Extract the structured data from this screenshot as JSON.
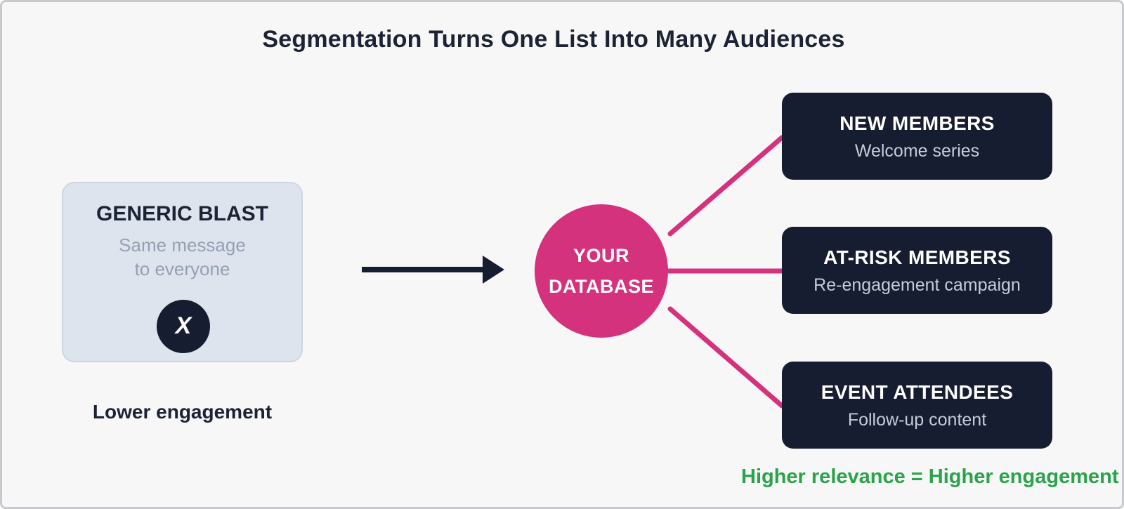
{
  "canvas": {
    "background": "#f7f7f8",
    "frame_border_color": "#c9cace"
  },
  "title": {
    "text": "Segmentation Turns One List Into Many Audiences",
    "color": "#1b2335"
  },
  "colors": {
    "dark_navy": "#161d30",
    "pink": "#d5327e",
    "green": "#2aa34a",
    "generic_box_bg": "#dee4ee",
    "generic_box_border": "#ccd6e3",
    "muted_text": "#95a1b3",
    "segment_subtitle_text": "#c6ccd7",
    "white": "#ffffff"
  },
  "generic_blast": {
    "heading": "GENERIC BLAST",
    "subtitle_line1": "Same message",
    "subtitle_line2": "to everyone",
    "x_mark": "X",
    "caption": "Lower engagement"
  },
  "database": {
    "line1": "YOUR",
    "line2": "DATABASE"
  },
  "segments": [
    {
      "title": "NEW MEMBERS",
      "subtitle": "Welcome series"
    },
    {
      "title": "AT-RISK MEMBERS",
      "subtitle": "Re-engagement campaign"
    },
    {
      "title": "EVENT ATTENDEES",
      "subtitle": "Follow-up content"
    }
  ],
  "footer": {
    "text": "Higher relevance = Higher engagement"
  }
}
